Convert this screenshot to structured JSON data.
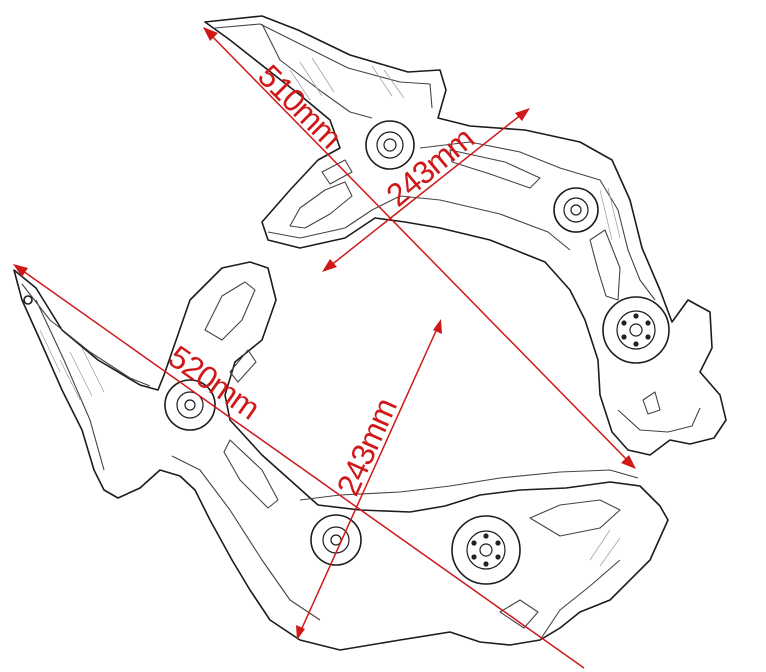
{
  "dimensions": {
    "upper_length": "510mm",
    "upper_height": "243mm",
    "lower_length": "520mm",
    "lower_height": "243mm"
  },
  "colors": {
    "dimension": "#d01818",
    "outline": "#1c1c1c",
    "background": "#ffffff"
  }
}
